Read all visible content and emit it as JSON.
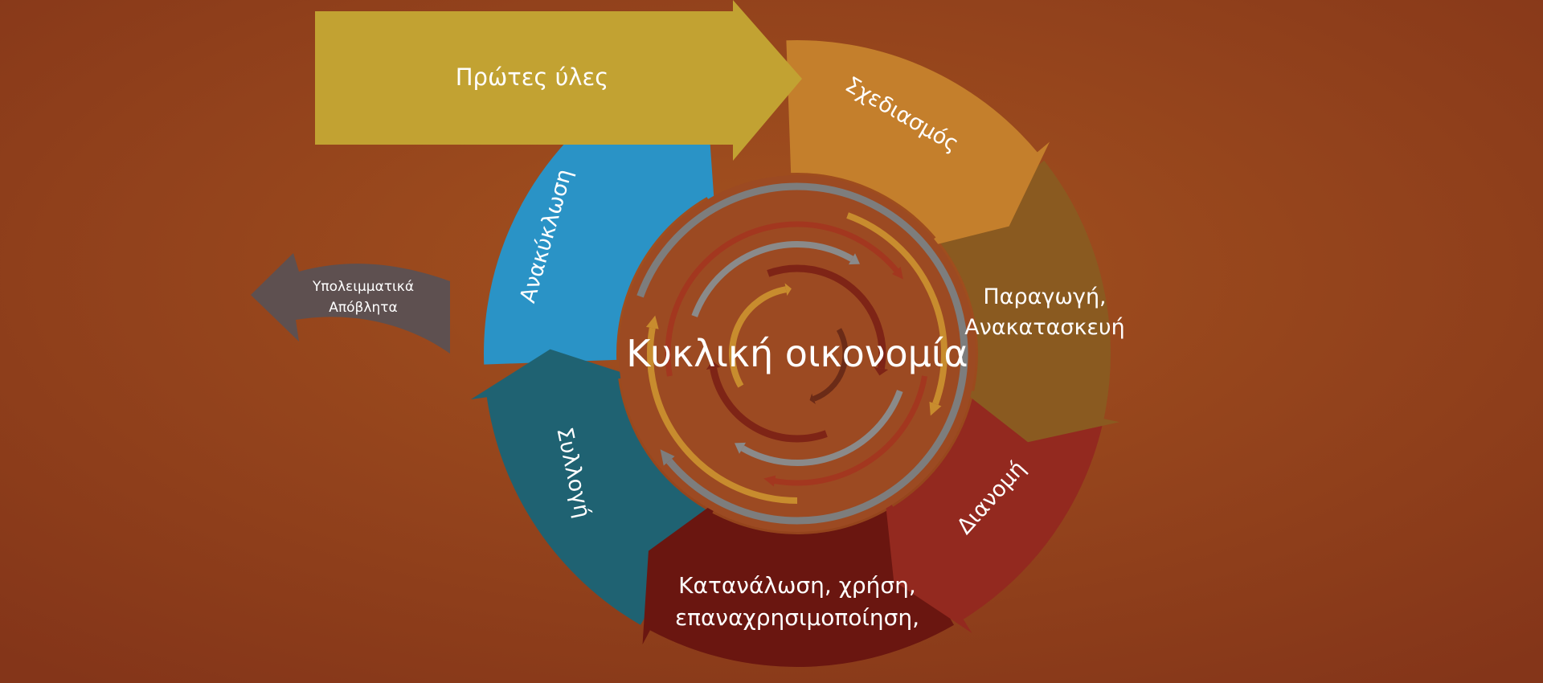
{
  "title": "Κυκλική οικονομία",
  "stages": {
    "raw_materials": "Πρώτες ύλες",
    "design": "Σχεδιασμός",
    "production_line1": "Παραγωγή,",
    "production_line2": "Ανακατασκευή",
    "distribution": "Διανομή",
    "consumption_line1": "Κατανάλωση, χρήση,",
    "consumption_line2": "επαναχρησιμοποίηση,",
    "collection": "Συλλογή",
    "recycling": "Ανακύκλωση"
  },
  "waste": {
    "line1": "Υπολειμματικά",
    "line2": "Απόβλητα"
  },
  "colors": {
    "background": "#93421f",
    "raw_materials": "#c2a232",
    "design": "#c47f2c",
    "production": "#8a5a20",
    "distribution": "#93291f",
    "consumption": "#6a1610",
    "collection": "#1f6272",
    "recycling": "#2a93c6",
    "waste": "#5e5050"
  }
}
